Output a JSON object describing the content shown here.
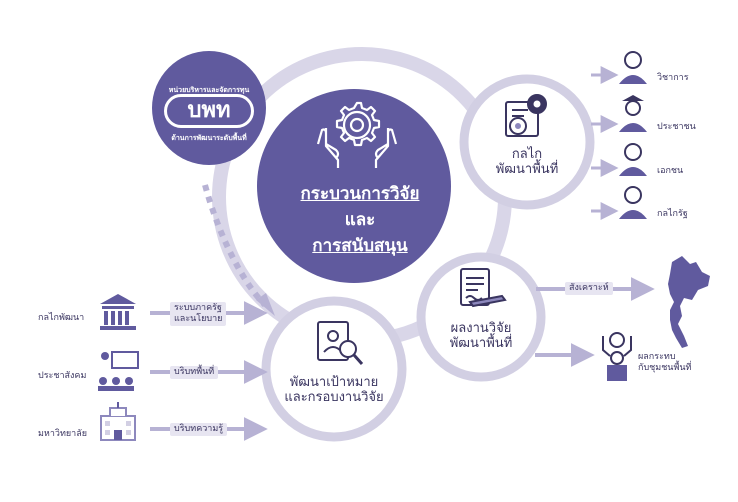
{
  "colors": {
    "ring": "#d9d6e8",
    "center_fill": "#605a9e",
    "node_fill": "#ffffff",
    "node_stroke": "#d2cfe3",
    "accent": "#8d88bd",
    "text_dark": "#3a3560",
    "pill_bg": "#e7e5f1"
  },
  "logo": {
    "top_text": "หน่วยบริหารและจัดการทุน",
    "mark": "บพท",
    "bottom_text": "ด้านการพัฒนาระดับพื้นที่"
  },
  "center": {
    "line1": "กระบวนการวิจัย",
    "line2": "และ",
    "line3": "การสนับสนุน",
    "icon": "gear-hands-icon"
  },
  "nodes": {
    "mechanism": {
      "line1": "กลไก",
      "line2": "พัฒนาพื้นที่",
      "icon": "gears-document-icon"
    },
    "results": {
      "line1": "ผลงานวิจัย",
      "line2": "พัฒนาพื้นที่",
      "icon": "document-pen-icon"
    },
    "goals": {
      "line1": "พัฒนาเป้าหมาย",
      "line2": "และกรอบงานวิจัย",
      "icon": "search-profile-icon"
    }
  },
  "mechanism_outputs": [
    {
      "label": "วิชาการ",
      "icon": "academic-person-icon"
    },
    {
      "label": "ประชาชน",
      "icon": "citizen-person-icon"
    },
    {
      "label": "เอกชน",
      "icon": "business-woman-icon"
    },
    {
      "label": "กลไกรัฐ",
      "icon": "officer-person-icon"
    }
  ],
  "results_outputs": [
    {
      "pill": "สังเคราะห์",
      "target_icon": "thailand-map-icon"
    },
    {
      "label_line1": "ผลกระทบ",
      "label_line2": "กับชุมชนพื้นที่",
      "target_icon": "community-impact-icon"
    }
  ],
  "inputs": [
    {
      "label": "กลไกพัฒนา",
      "pill_line1": "ระบบภาครัฐ",
      "pill_line2": "และนโยบาย",
      "icon": "government-building-icon"
    },
    {
      "label": "ประชาสังคม",
      "pill_line1": "บริบทพื้นที่",
      "pill_line2": "",
      "icon": "community-presentation-icon"
    },
    {
      "label": "มหาวิทยาลัย",
      "pill_line1": "บริบทความรู้",
      "pill_line2": "",
      "icon": "university-icon"
    }
  ]
}
